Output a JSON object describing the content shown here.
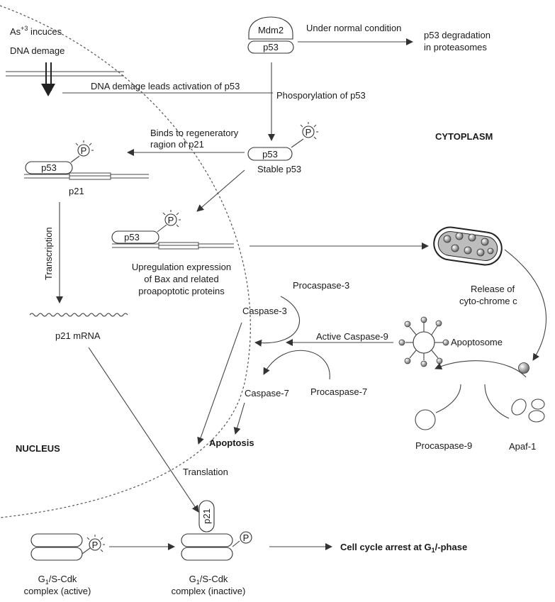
{
  "labels": {
    "as3_line1": "As",
    "as3_sup": "+3",
    "as3_rest": " incuces",
    "dna_damage": "DNA demage",
    "dna_damage_activation": "DNA demage leads activation of p53",
    "mdm2": "Mdm2",
    "p53": "p53",
    "under_normal": "Under normal condition",
    "degradation_1": "p53 degradation",
    "degradation_2": "in proteasomes",
    "phosphorylation": "Phosporylation of p53",
    "cytoplasm": "CYTOPLASM",
    "binds_1": "Binds to regeneratory",
    "binds_2": "ragion of p21",
    "stable_p53": "Stable p53",
    "p21": "p21",
    "p_marker": "P",
    "upregulation_1": "Upregulation expression",
    "upregulation_2": "of Bax and related",
    "upregulation_3": "proapoptotic proteins",
    "transcription": "Transcription",
    "p21_mrna": "p21 mRNA",
    "nucleus": "NUCLEUS",
    "translation": "Translation",
    "procaspase3": "Procaspase-3",
    "caspase3": "Caspase-3",
    "active_caspase9": "Active Caspase-9",
    "apoptosome": "Apoptosome",
    "release_1": "Release of",
    "release_2": "cyto-chrome c",
    "caspase7": "Caspase-7",
    "procaspase7": "Procaspase-7",
    "apoptosis": "Apoptosis",
    "procaspase9": "Procaspase-9",
    "apaf1": "Apaf-1",
    "cdk_active_1a": "G",
    "cdk_active_1sub": "1",
    "cdk_active_1b": "/S-Cdk",
    "cdk_active_2": "complex (active)",
    "cdk_inactive_1a": "G",
    "cdk_inactive_1sub": "1",
    "cdk_inactive_1b": "/S-Cdk",
    "cdk_inactive_2": "complex (inactive)",
    "arrest_a": "Cell cycle arrest at G",
    "arrest_sub": "1",
    "arrest_b": "/-phase"
  },
  "colors": {
    "line": "#444444",
    "text": "#1a1a1a",
    "mito_fill": "#b9b9b9",
    "ball_fill": "#888888"
  }
}
